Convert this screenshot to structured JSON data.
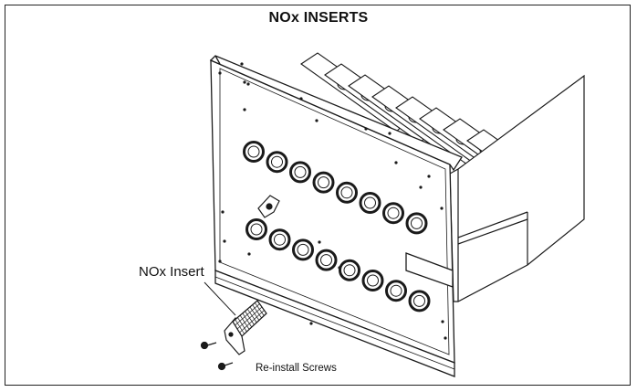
{
  "figure": {
    "title": "NOx INSERTS",
    "callouts": {
      "insert": "NOx Insert",
      "screws": "Re-install Screws"
    }
  },
  "colors": {
    "line": "#1a1a1a",
    "fill": "#ffffff",
    "shade": "#d9d9d9"
  }
}
